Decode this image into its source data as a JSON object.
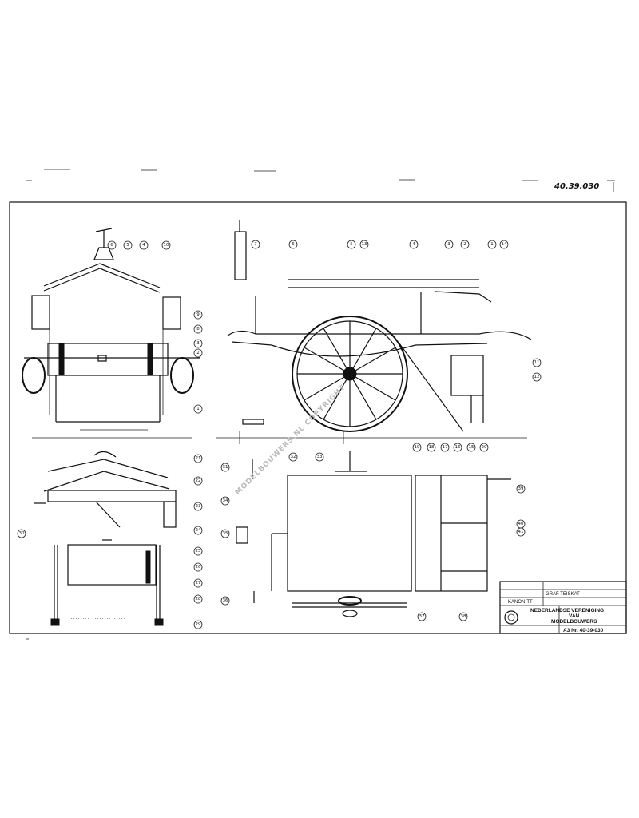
{
  "drawing_number": "40.39.030",
  "title_block": {
    "subtitle": "GRAF TEISKAT",
    "name": "KANON-TT",
    "org_line1": "NEDERLANDSE VERENIGING",
    "org_line2": "VAN",
    "org_line3": "MODELBOUWERS",
    "sheet_no": "A3 Nr. 40-39-030"
  },
  "watermark": "MODELBOUWERS.NL COPYRIGHT",
  "notes": {
    "bottom_left_1": "........ ........ .....",
    "bottom_left_2": "........ ........"
  },
  "balloons_top_left": [
    "6",
    "5",
    "4",
    "10",
    "9",
    "8",
    "3",
    "2",
    "1"
  ],
  "balloons_right": [
    "11",
    "12"
  ]
}
